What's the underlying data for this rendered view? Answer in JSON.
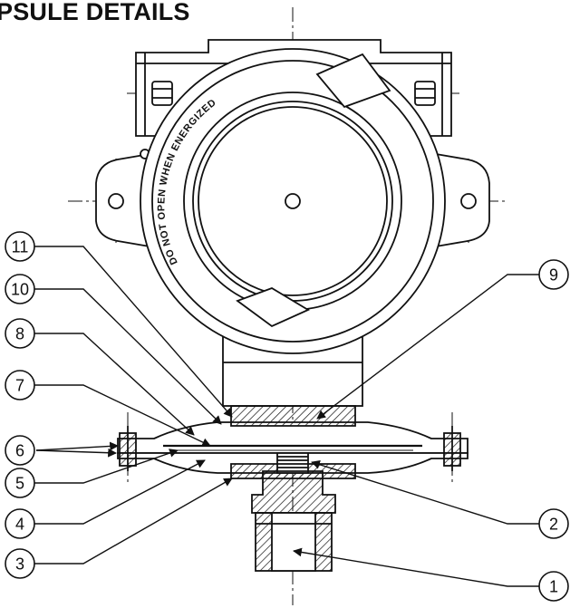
{
  "title": "PSULE DETAILS",
  "engraving": "DO NOT OPEN WHEN ENERGIZED",
  "callouts": [
    "1",
    "2",
    "3",
    "4",
    "5",
    "6",
    "7",
    "8",
    "9",
    "10",
    "11"
  ]
}
